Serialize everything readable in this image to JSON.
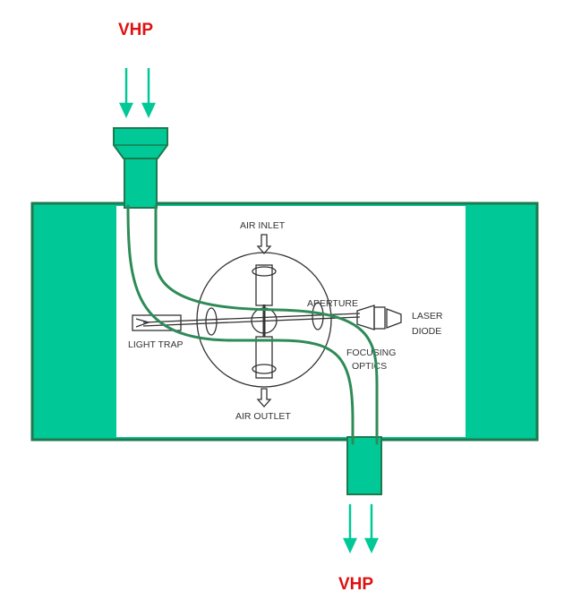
{
  "inlet_label": "VHP",
  "outlet_label": "VHP",
  "labels": {
    "air_inlet": "AIR INLET",
    "air_outlet": "AIR OUTLET",
    "aperture": "APERTURE",
    "light_trap": "LIGHT TRAP",
    "focusing_1": "FOCUSING",
    "focusing_2": "OPTICS",
    "laser_1": "LASER",
    "laser_2": "DIODE"
  },
  "colors": {
    "accent": "#00C896",
    "outline": "#1E7A4E",
    "label": "#E01010",
    "sketch": "#333333"
  }
}
